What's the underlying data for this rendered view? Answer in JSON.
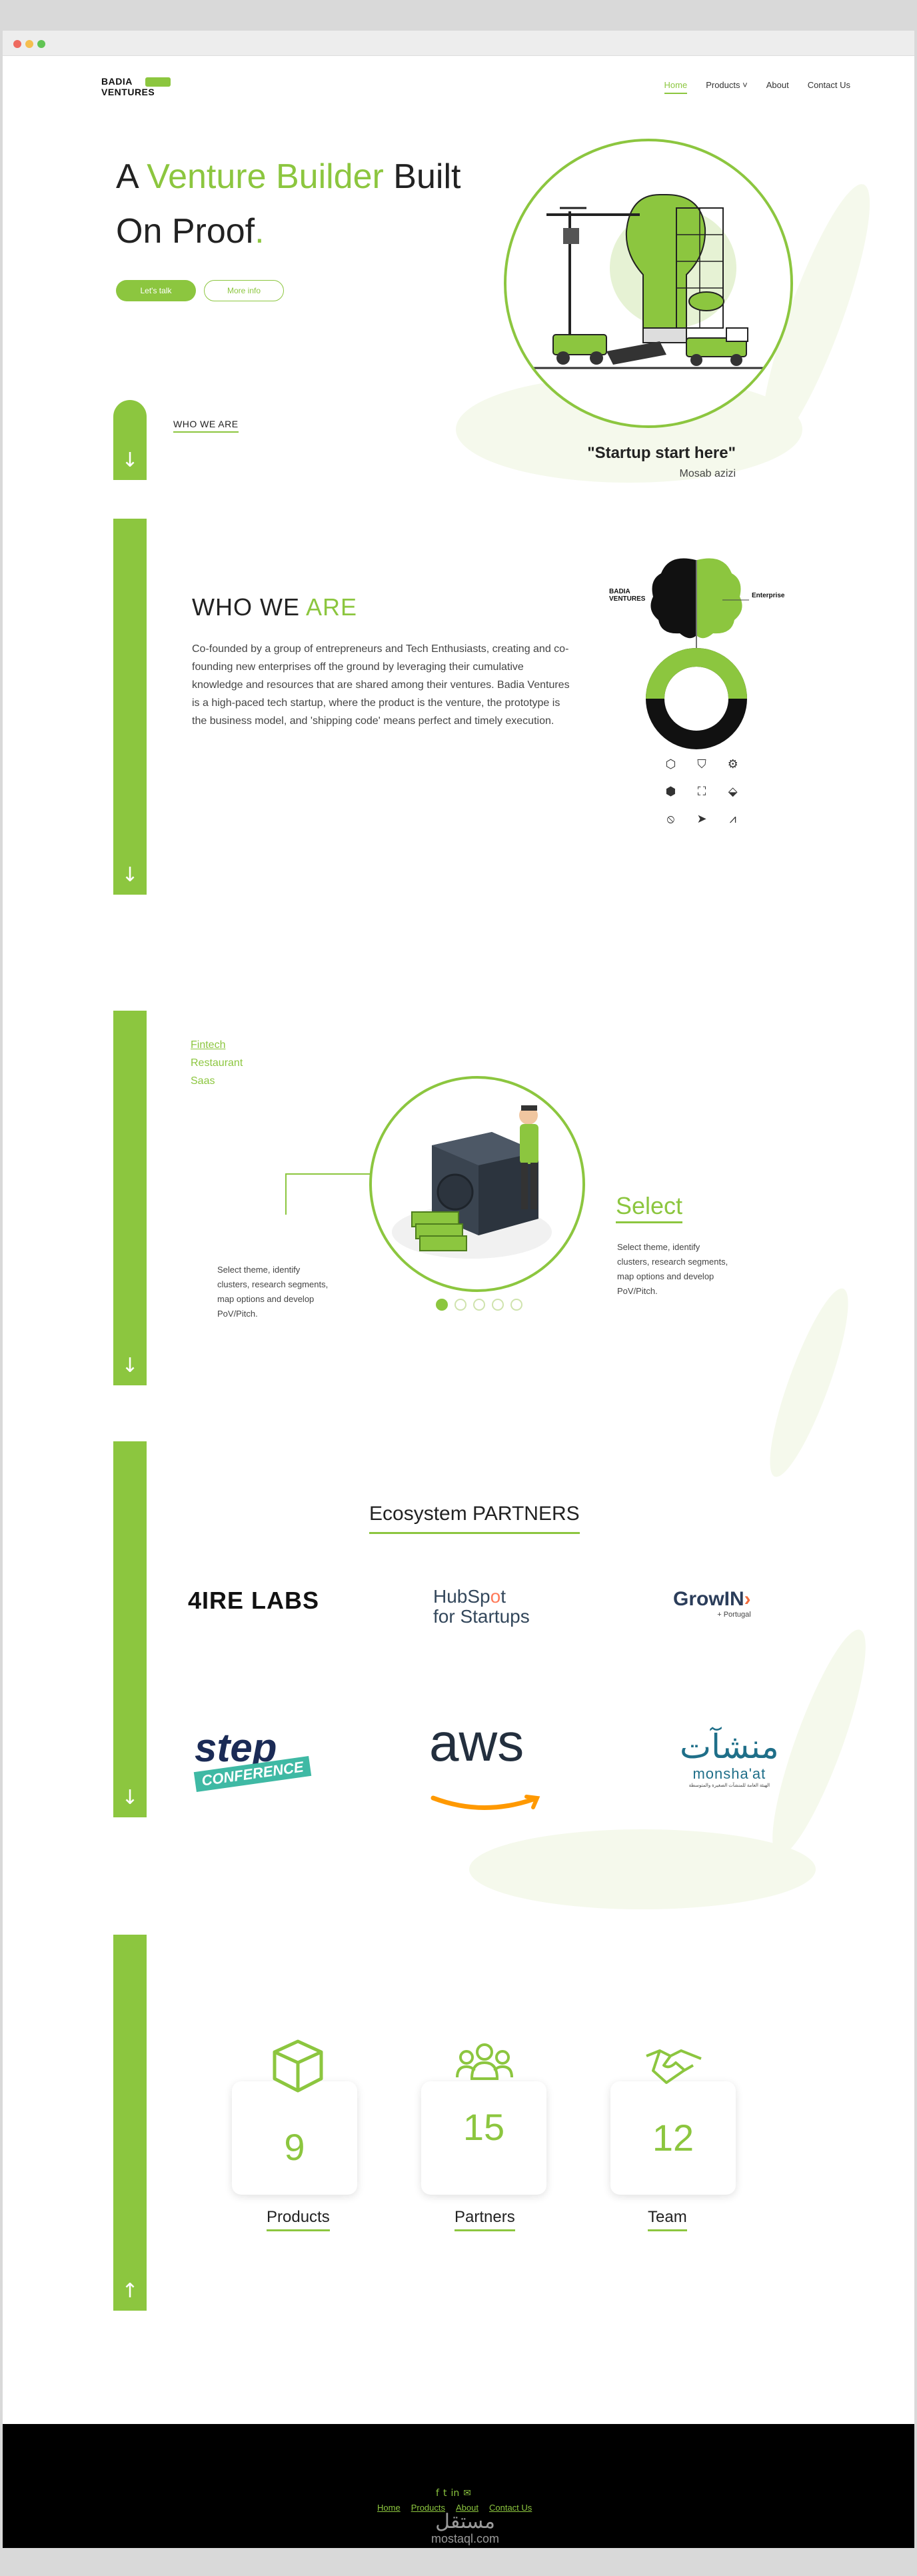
{
  "browser": {
    "dots": [
      "close",
      "minimize",
      "zoom"
    ]
  },
  "header": {
    "logo_line1": "BADIA",
    "logo_line2": "VENTURES",
    "nav": [
      {
        "label": "Home"
      },
      {
        "label": "Products ˅"
      },
      {
        "label": "About"
      },
      {
        "label": "Contact Us"
      }
    ]
  },
  "hero": {
    "title_a": "A ",
    "title_highlight": "Venture Builder",
    "title_b": " Built",
    "title_line2": "On Proof",
    "title_dot": ".",
    "btn_primary": "Let's talk",
    "btn_secondary": "More info",
    "quote": "\"Startup start here\"",
    "quote_author": "Mosab azizi",
    "section_link": "WHO WE ARE",
    "arrow": "↓"
  },
  "who": {
    "title_a": "WHO WE ",
    "title_highlight": "ARE",
    "text": "Co-founded by a group of entrepreneurs and Tech Enthusiasts, creating and co-founding new enterprises off the ground by leveraging their cumulative knowledge and resources that are shared among their ventures. Badia Ventures is a high-paced tech startup, where the product is the venture, the prototype is the business model, and 'shipping code' means perfect and timely execution.",
    "brain_logo_1": "BADIA",
    "brain_logo_2": "VENTURES",
    "brain_label": "Enterprise",
    "arrow": "↓"
  },
  "products": {
    "tabs": [
      "Fintech",
      "Restaurant",
      "Saas"
    ],
    "left_desc": "Select theme, identify clusters, research segments, map options and develop PoV/Pitch.",
    "right_title": "Select",
    "right_desc": "Select theme, identify clusters, research segments, map options and develop PoV/Pitch.",
    "arrow": "↓"
  },
  "partners": {
    "title": "Ecosystem PARTNERS",
    "fourire": "4IRE LABS",
    "hubspot_a": "HubSp",
    "hubspot_o": "o",
    "hubspot_b": "t",
    "hubspot_sub": "for Startups",
    "growin": "GrowIN",
    "growin_sub": "+ Portugal",
    "step": "step",
    "step_sub": "CONFERENCE",
    "aws": "aws",
    "monshaat_ar": "منشآت",
    "monshaat_en": "monsha'at",
    "monshaat_tiny": "الهيئة العامة للمنشآت الصغيرة والمتوسطة",
    "arrow": "↓"
  },
  "stats": {
    "items": [
      {
        "value": "9",
        "label": "Products",
        "icon": "box-icon"
      },
      {
        "value": "15",
        "label": "Partners",
        "icon": "people-icon"
      },
      {
        "value": "12",
        "label": "Team",
        "icon": "handshake-icon"
      }
    ],
    "arrow": "↑"
  },
  "footer": {
    "social": [
      "f",
      "t",
      "in",
      "✉"
    ],
    "nav": [
      "Home",
      "Products",
      "About",
      "Contact Us"
    ],
    "watermark_ar": "مستقل",
    "watermark_en": "mostaql.com"
  },
  "colors": {
    "accent": "#8cc63f",
    "footer_bg": "#000000"
  }
}
